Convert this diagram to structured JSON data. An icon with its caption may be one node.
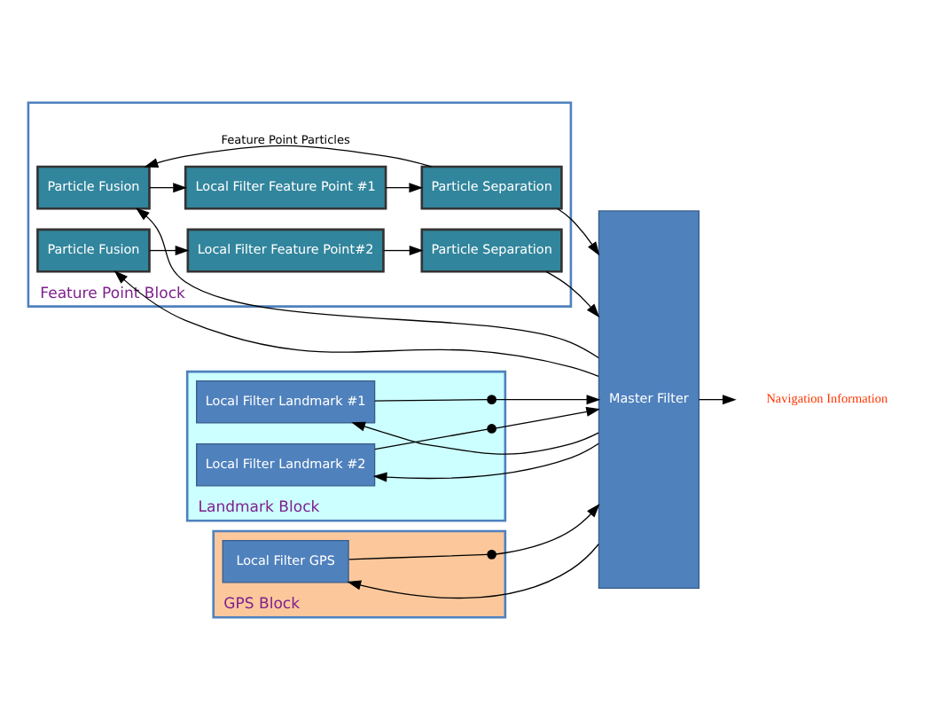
{
  "diagram": {
    "nodes": [
      {
        "text": [
          "Feature Point Block"
        ]
      },
      {
        "text": [
          "Particle Fusion"
        ],
        "in": 0
      },
      {
        "text": [
          "Local Filter Feature Point #1"
        ],
        "in": 0
      },
      {
        "text": [
          "Particle Separation"
        ],
        "in": 0
      },
      {
        "text": [
          "Particle Fusion"
        ],
        "in": 0
      },
      {
        "text": [
          "Local Filter Feature Point#2"
        ],
        "in": 0
      },
      {
        "text": [
          "Particle Separation"
        ],
        "in": 0
      },
      {
        "text": [
          "Landmark Block"
        ]
      },
      {
        "text": [
          "Local Filter Landmark #1"
        ],
        "in": 7
      },
      {
        "text": [],
        "shape": "switch",
        "in": 7
      },
      {
        "text": [
          "Local Filter Landmark #2"
        ],
        "in": 7
      },
      {
        "text": [],
        "shape": "switch",
        "in": 7
      },
      {
        "text": [
          "GPS Block"
        ]
      },
      {
        "text": [
          "Local Filter GPS"
        ],
        "in": 12
      },
      {
        "text": [],
        "shape": "switch",
        "in": 12
      },
      {
        "text": [
          "Master Filter"
        ]
      },
      {
        "text": [
          "Navigation Information"
        ]
      }
    ],
    "edges": [
      {
        "from": 15,
        "to": 1,
        "arrow": "to"
      },
      {
        "from": 15,
        "to": 4,
        "arrow": "to"
      },
      {
        "from": 15,
        "to": 8,
        "arrow": "to"
      },
      {
        "from": 15,
        "to": 10,
        "arrow": "to"
      },
      {
        "from": 15,
        "to": 13,
        "arrow": "to"
      },
      {
        "from": 15,
        "to": 16,
        "arrow": "to"
      },
      {
        "from": 3,
        "to": 1,
        "arrow": "to",
        "label": "Feature Point Particles"
      },
      {
        "from": 1,
        "to": 2,
        "arrow": "to"
      },
      {
        "from": 2,
        "to": 3,
        "arrow": "to"
      },
      {
        "from": 3,
        "to": 15,
        "arrow": "to"
      },
      {
        "from": 4,
        "to": 5,
        "arrow": "to"
      },
      {
        "from": 5,
        "to": 6,
        "arrow": "to"
      },
      {
        "from": 6,
        "to": 15,
        "arrow": "to"
      },
      {
        "from": 8,
        "to": 9,
        "arrow": "none"
      },
      {
        "from": 9,
        "to": 15,
        "arrow": "to"
      },
      {
        "from": 10,
        "to": 11,
        "arrow": "none"
      },
      {
        "from": 11,
        "to": 15,
        "arrow": "to"
      },
      {
        "from": 13,
        "to": 14,
        "arrow": "none"
      },
      {
        "from": 14,
        "to": 15,
        "arrow": "to"
      }
    ]
  }
}
